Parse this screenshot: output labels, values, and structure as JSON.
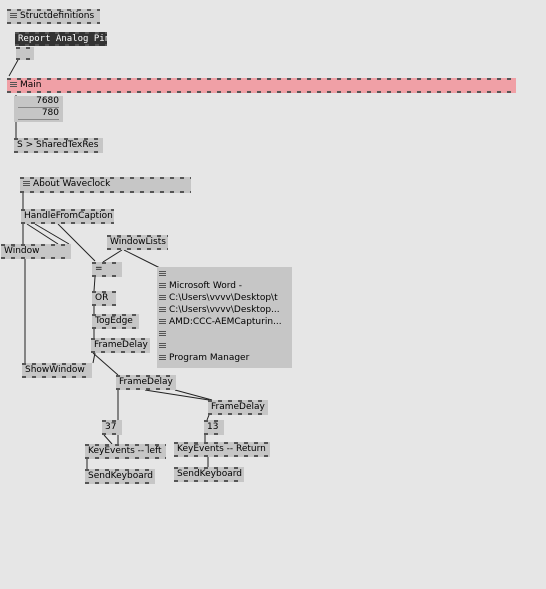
{
  "nodes": {
    "structdefinitions": "Structdefinitions",
    "report_analog_pins": "Report Analog Pins",
    "main": "Main",
    "shared_tex_res": "S > SharedTexRes",
    "about_waveclock": "About Waveclock",
    "handle_from_caption": "HandleFromCaption",
    "window": "Window",
    "window_lists": "WindowLists",
    "equals": "=",
    "or": "OR",
    "tog_edge": "TogEdge",
    "frame_delay_1": "FrameDelay",
    "show_window": "ShowWindow",
    "frame_delay_2": "FrameDelay",
    "frame_delay_3": "FrameDelay",
    "value_37": "37",
    "value_13": "13",
    "key_events_left": "KeyEvents -- left",
    "key_events_return": "KeyEvents -- Return",
    "send_keyboard_1": "SendKeyboard",
    "send_keyboard_2": "SendKeyboard"
  },
  "resolution": {
    "width": "7680",
    "height": "780"
  },
  "window_list": {
    "items": [
      "",
      "Microsoft Word -",
      "C:\\Users\\vvvv\\Desktop\\t",
      "C:\\Users\\vvvv\\Desktop...",
      "AMD:CCC-AEMCapturin...",
      "",
      "",
      "Program Manager"
    ]
  },
  "colors": {
    "main_bar": "#f0a0a6",
    "node": "#c6c6c6",
    "background": "#e6e6e6"
  }
}
